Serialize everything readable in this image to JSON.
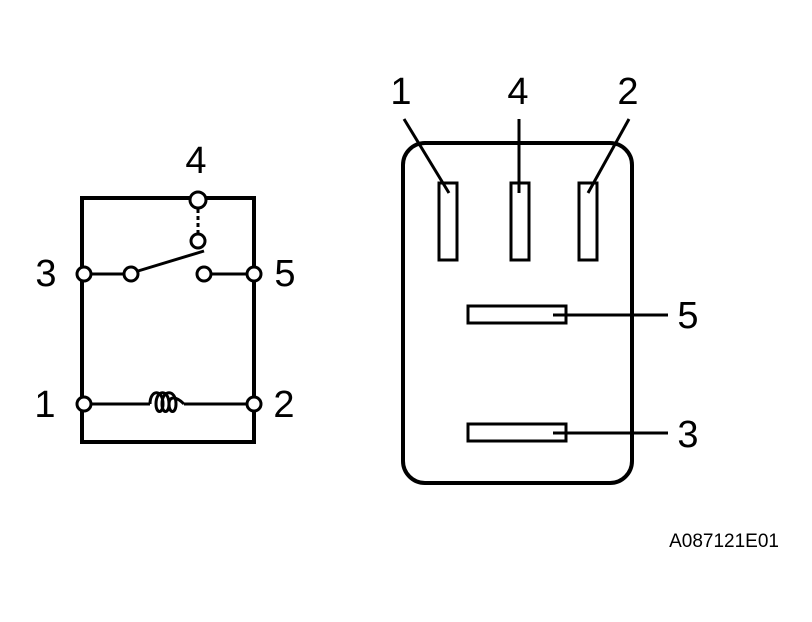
{
  "schematic": {
    "terminal_labels": {
      "t4": "4",
      "t3": "3",
      "t5": "5",
      "t1": "1",
      "t2": "2"
    }
  },
  "connector": {
    "pin_labels": {
      "p1": "1",
      "p4": "4",
      "p2": "2",
      "p5": "5",
      "p3": "3"
    }
  },
  "figure_code": "A087121E01",
  "colors": {
    "line": "#000000",
    "background": "#ffffff"
  }
}
